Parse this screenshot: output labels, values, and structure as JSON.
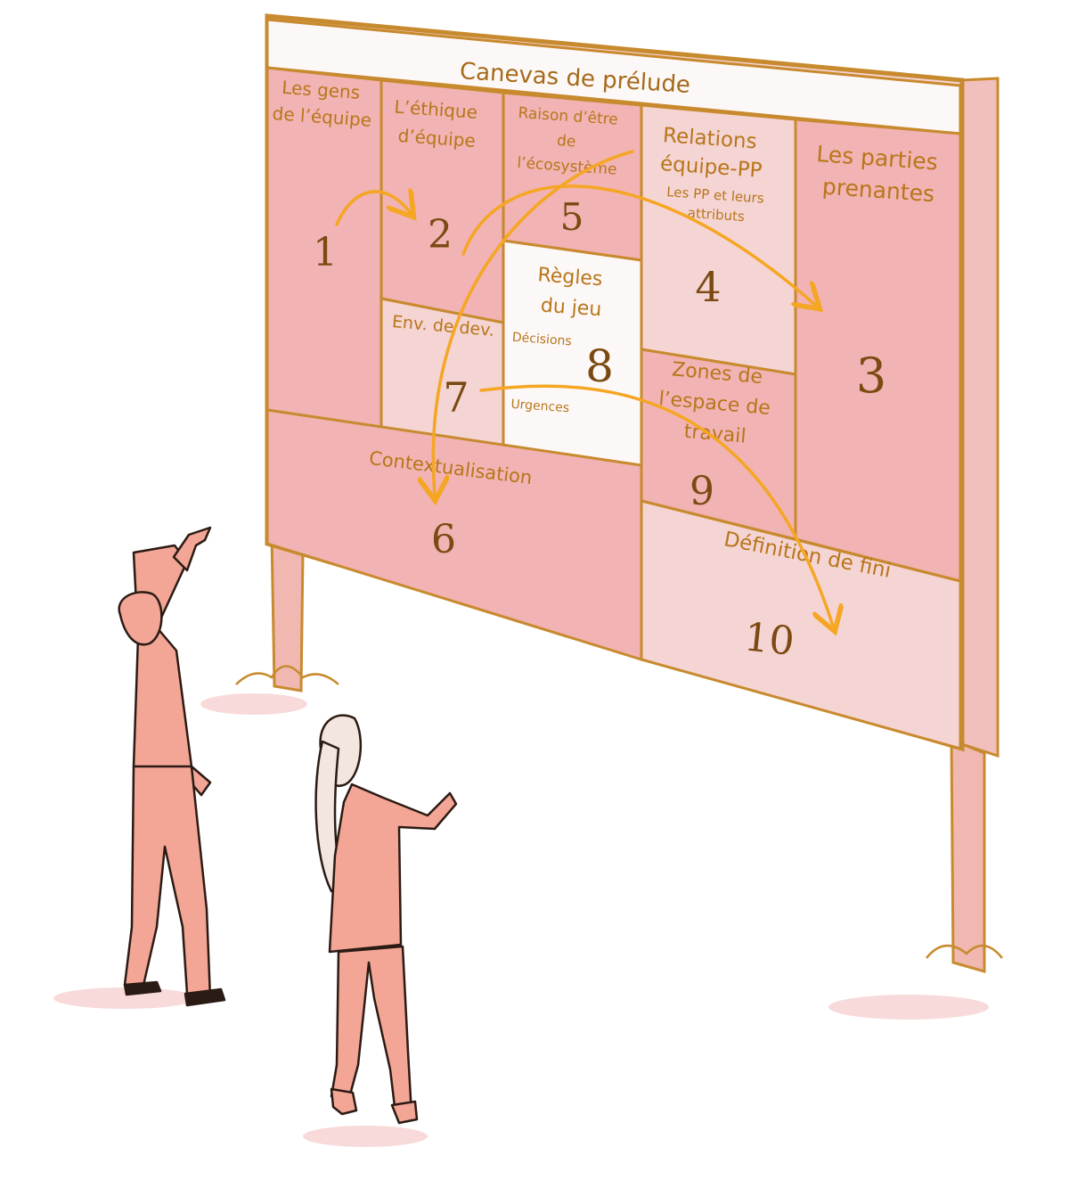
{
  "board": {
    "title": "Canevas de prélude",
    "zones": {
      "z1": {
        "label_lines": [
          "Les gens",
          "de l’équipe"
        ],
        "number": "1"
      },
      "z2": {
        "label_lines": [
          "L’éthique",
          "d’équipe"
        ],
        "number": "2"
      },
      "z3": {
        "label_lines": [
          "Les parties",
          "prenantes"
        ],
        "number": "3"
      },
      "z4": {
        "label_lines": [
          "Relations",
          "équipe-PP"
        ],
        "sub_lines": [
          "Les PP et leurs",
          "attributs"
        ],
        "number": "4"
      },
      "z5": {
        "label_lines": [
          "Raison d’être",
          "de",
          "l’écosystème"
        ],
        "number": "5"
      },
      "z6": {
        "label_lines": [
          "Contextualisation"
        ],
        "number": "6"
      },
      "z7": {
        "label_lines": [
          "Env. de dev."
        ],
        "number": "7"
      },
      "z8": {
        "label_lines": [
          "Règles",
          "du jeu"
        ],
        "sub1": "Décisions",
        "sub2": "Urgences",
        "number": "8"
      },
      "z9": {
        "label_lines": [
          "Zones de",
          "l’espace de",
          "travail"
        ],
        "number": "9"
      },
      "z10": {
        "label_lines": [
          "Définition de fini"
        ],
        "number": "10"
      }
    }
  },
  "colors": {
    "frame": "#c88a2e",
    "cell_dark": "#f1b3b3",
    "cell_light": "#f5d4d4",
    "cell_white": "#fdf8f8",
    "arrow": "#f5a623",
    "figure": "#f3a596"
  }
}
